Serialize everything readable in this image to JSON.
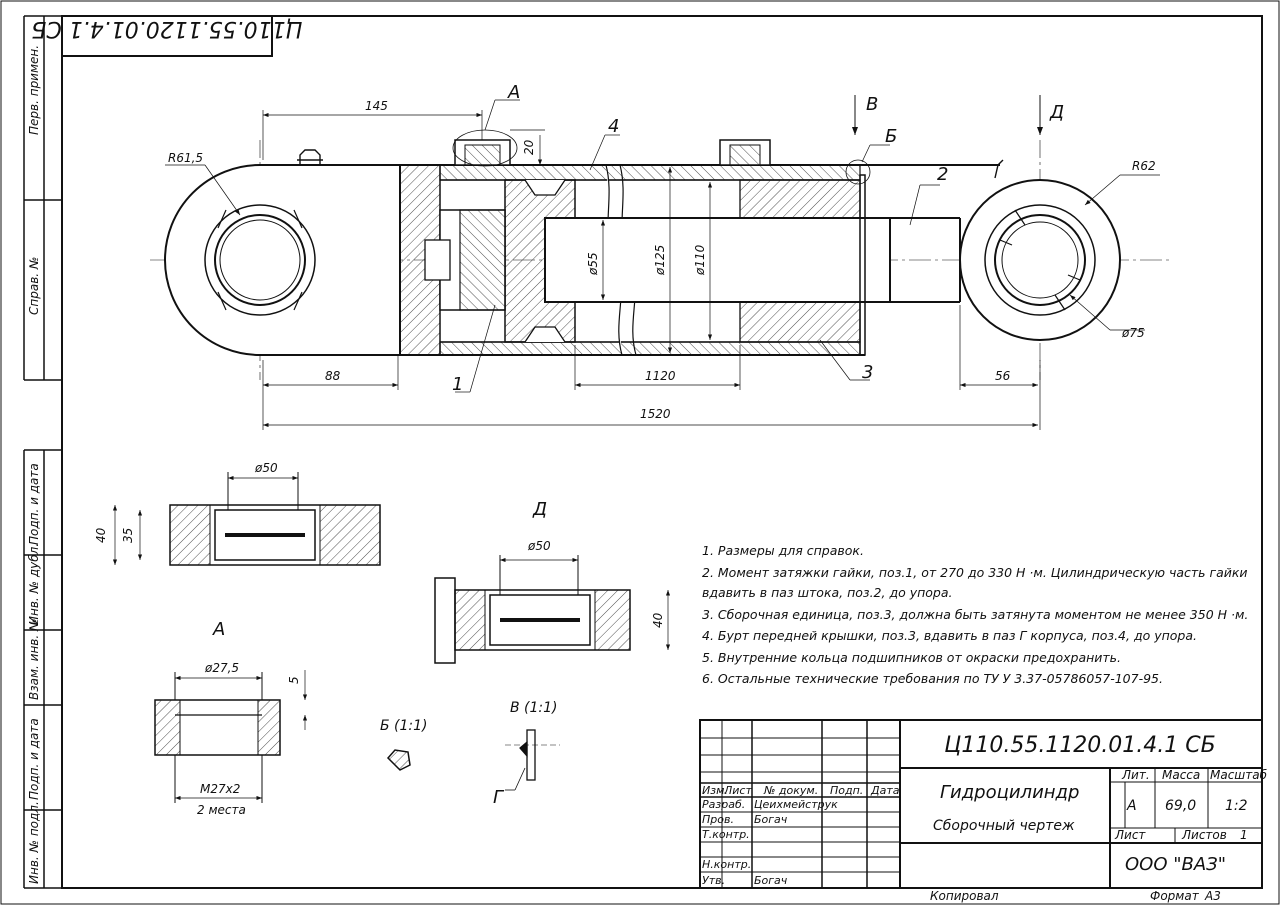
{
  "drawing_code": "Ц110.55.1120.01.4.1 СБ",
  "drawing_code_rotated": "Ц110.55.1120.01.4.1 СБ",
  "side_stamps": {
    "perv_primen": "Перв. примен.",
    "sprav_no": "Справ. №",
    "podp_data_1": "Подп. и дата",
    "inv_dubl": "Инв. № дубл.",
    "vzam_inv": "Взам. инв. №",
    "podp_data_2": "Подп. и дата",
    "inv_podl": "Инв. № подл."
  },
  "main_view": {
    "dim_145": "145",
    "dim_20": "20",
    "dim_r615": "R61,5",
    "dim_r62": "R62",
    "dim_d55": "ø55",
    "dim_d125": "ø125",
    "dim_d110": "ø110",
    "dim_d75": "ø75",
    "dim_88": "88",
    "dim_1120": "1120",
    "dim_56": "56",
    "dim_1520": "1520",
    "label_a": "А",
    "label_v": "В",
    "label_b": "Б",
    "label_d": "Д",
    "pos_1": "1",
    "pos_2": "2",
    "pos_3": "3",
    "pos_4": "4"
  },
  "detail_views": {
    "left_d50": "ø50",
    "left_40": "40",
    "left_35": "35",
    "d_title": "Д",
    "d_d50": "ø50",
    "d_40": "40",
    "a_title": "А",
    "a_d275": "ø27,5",
    "a_5": "5",
    "a_m27": "М27х2",
    "a_2mesta": "2 места",
    "b_title": "Б (1:1)",
    "v_title": "В (1:1)",
    "g_label": "Г"
  },
  "notes": [
    "1.  Размеры для справок.",
    "2.  Момент затяжки гайки, поз.1, от 270 до 330 Н ·м. Цилиндрическую часть гайки",
    "вдавить в паз штока, поз.2, до упора.",
    "3.  Сборочная единица, поз.3, должна быть затянута моментом не менее 350 Н ·м.",
    "4.  Бурт передней крышки, поз.3, вдавить в паз Г корпуса, поз.4, до упора.",
    "5.  Внутренние кольца подшипников от окраски предохранить.",
    "6.  Остальные технические требования по ТУ У 3.37-05786057-107-95."
  ],
  "title_block": {
    "code": "Ц110.55.1120.01.4.1 СБ",
    "name": "Гидроцилиндр",
    "doc_type": "Сборочный чертеж",
    "col_izm": "Изм.",
    "col_list": "Лист",
    "col_ndokum": "№ докум.",
    "col_podp": "Подп.",
    "col_data": "Дата",
    "row_razrab": "Разраб.",
    "row_prov": "Пров.",
    "row_tkontr": "Т.контр.",
    "row_nkontr": "Н.контр.",
    "row_utv": "Утв.",
    "razrab_name": "Цеихмейструк",
    "prov_name": "Богач",
    "utv_name": "Богач",
    "h_lit": "Лит.",
    "h_massa": "Масса",
    "h_masshtab": "Масштаб",
    "lit_value": "А",
    "massa_value": "69,0",
    "masshtab_value": "1:2",
    "list_label": "Лист",
    "listov_label": "Листов",
    "listov_value": "1",
    "organization": "ООО \"ВАЗ\"",
    "kopiroval": "Копировал",
    "format_label": "Формат",
    "format_value": "А3"
  }
}
